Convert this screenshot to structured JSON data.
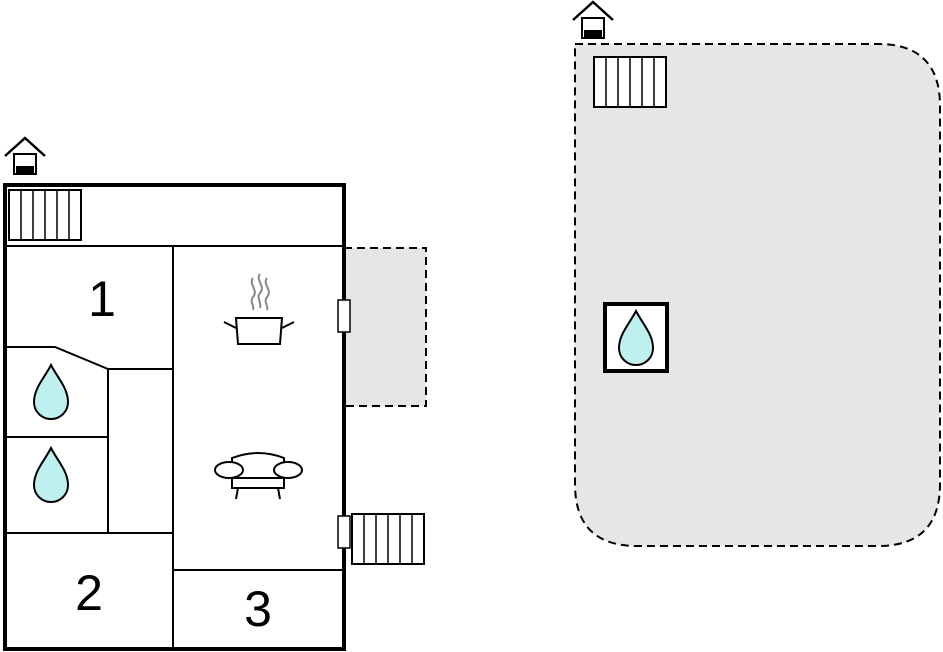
{
  "floor_plan": {
    "colors": {
      "wall": "#000000",
      "terrace_fill": "#e6e6e6",
      "water_fill": "#bff0f0",
      "background": "#ffffff"
    },
    "rooms": [
      {
        "number": "1"
      },
      {
        "number": "2"
      },
      {
        "number": "3"
      }
    ],
    "icons": [
      "house-entrance-icon",
      "stairs-icon",
      "shower-drop-icon",
      "cooking-pot-icon",
      "sofa-icon",
      "door-icon",
      "pool-drop-icon"
    ]
  }
}
